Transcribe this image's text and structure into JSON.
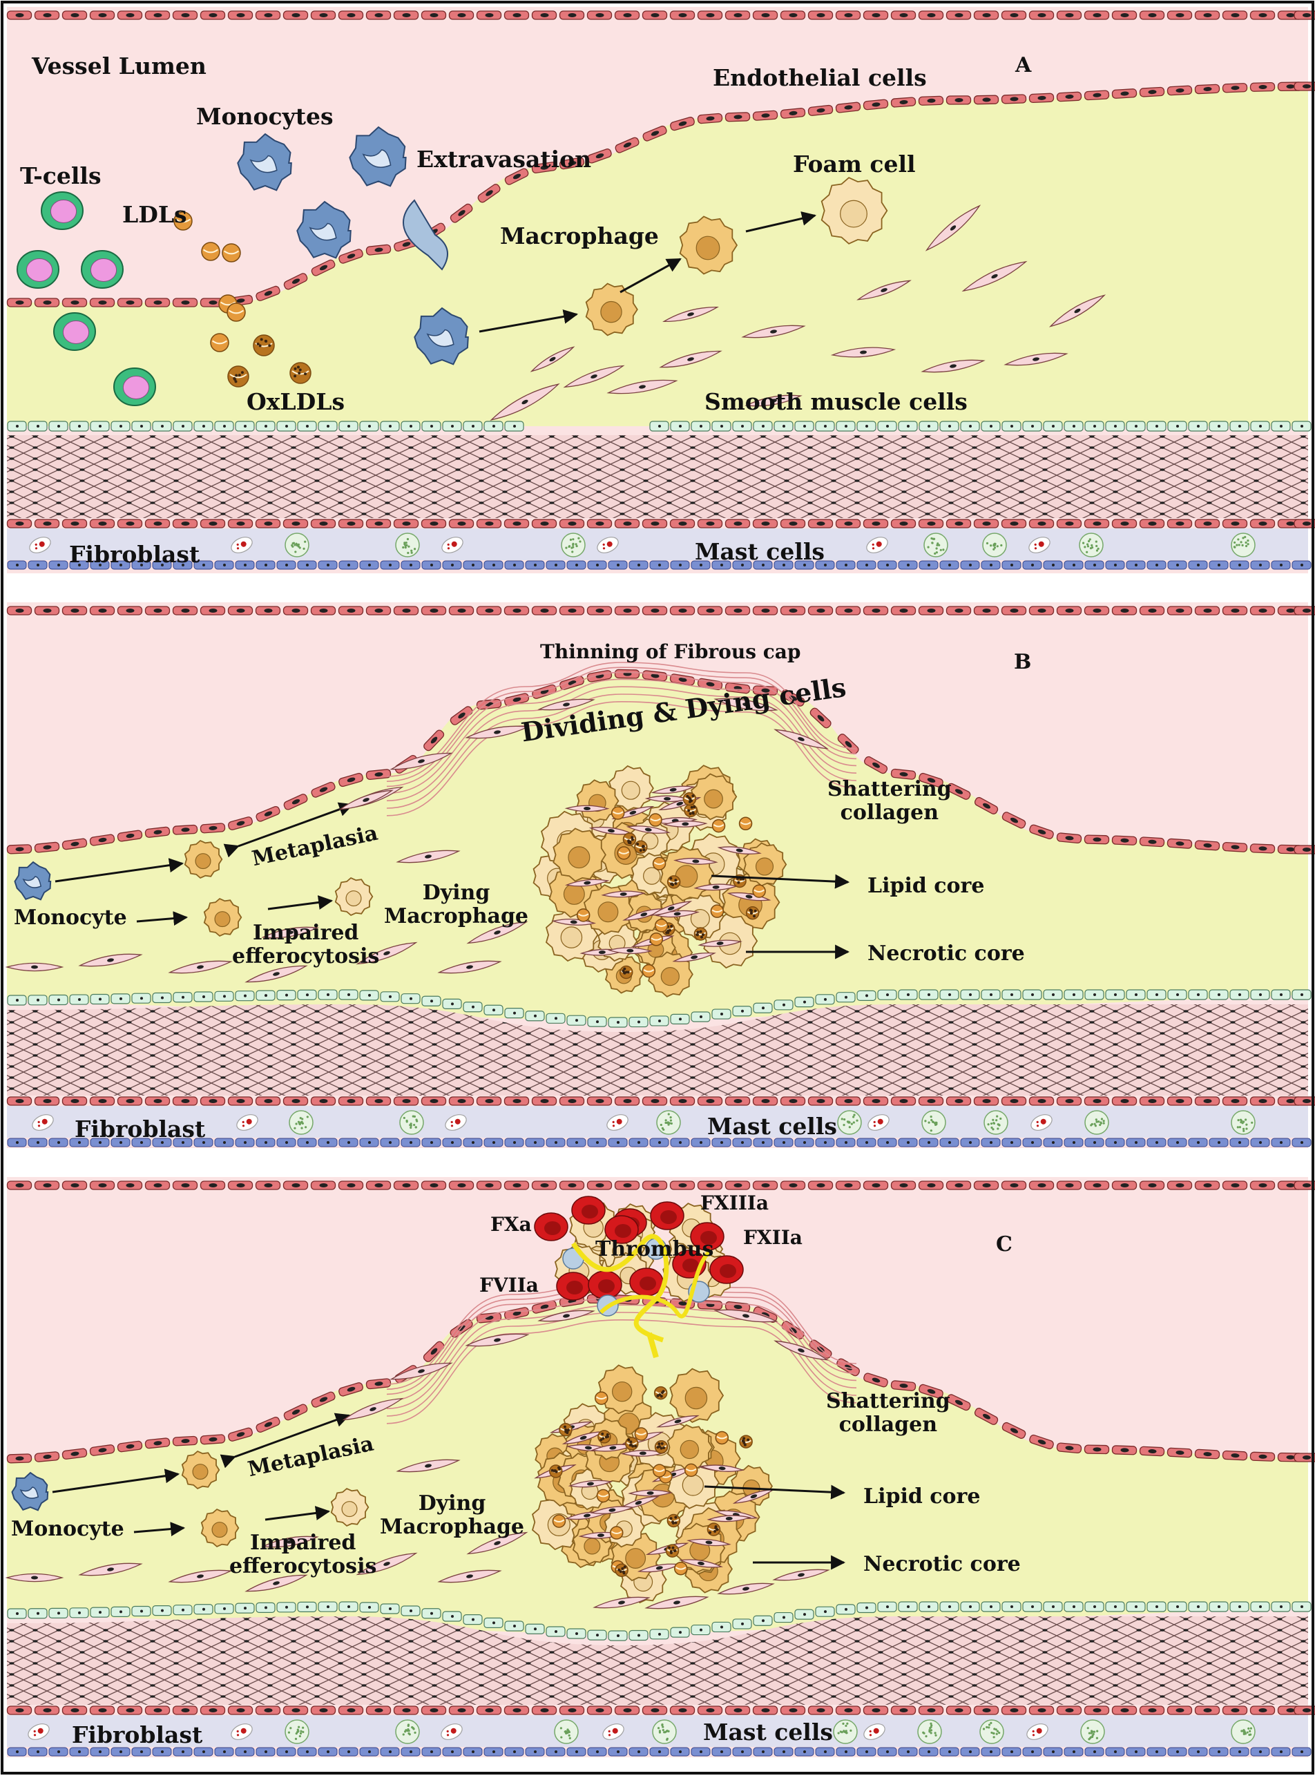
{
  "panels": [
    {
      "letter": "A",
      "labels": {
        "vessel_lumen": "Vessel Lumen",
        "endothelial": "Endothelial cells",
        "monocytes": "Monocytes",
        "extravasation": "Extravasation",
        "tcells": "T-cells",
        "ldls": "LDLs",
        "foam": "Foam cell",
        "macrophage": "Macrophage",
        "oxldls": "OxLDLs",
        "smc": "Smooth muscle cells",
        "fibroblast": "Fibroblast",
        "mast": "Mast cells"
      }
    },
    {
      "letter": "B",
      "labels": {
        "thinning": "Thinning of Fibrous cap",
        "dividing": "Dividing & Dying cells",
        "shattering": "Shattering\ncollagen",
        "metaplasia": "Metaplasia",
        "monocyte": "Monocyte",
        "dying": "Dying\nMacrophage",
        "impaired": "Impaired\nefferocytosis",
        "lipid": "Lipid core",
        "necrotic": "Necrotic core",
        "fibroblast": "Fibroblast",
        "mast": "Mast cells"
      }
    },
    {
      "letter": "C",
      "labels": {
        "fxa": "FXa",
        "fxiiia": "FXIIIa",
        "fxiia": "FXIIa",
        "thrombus": "Thrombus",
        "fviia": "FVIIa",
        "shattering": "Shattering\ncollagen",
        "metaplasia": "Metaplasia",
        "monocyte": "Monocyte",
        "dying": "Dying\nMacrophage",
        "impaired": "Impaired\nefferocytosis",
        "lipid": "Lipid core",
        "necrotic": "Necrotic core",
        "fibroblast": "Fibroblast",
        "mast": "Mast cells"
      }
    }
  ],
  "colors": {
    "lumen": "#fbe3e3",
    "intima": "#f1f4b8",
    "endothelium": "#e4777a",
    "media": "#f5d6d6",
    "elastic": "#daf3e3",
    "adventitia": "#dfe0ef",
    "outer_border": "#7a8fd1",
    "monocyte": "#6e93c3",
    "tcell": "#3cbd7e",
    "tcell_nucleus": "#ee99e0",
    "ldl": "#e59a3c",
    "macrophage": "#f2c879",
    "smc": "#f7d6da",
    "red_cell": "#d5191c",
    "fibrin": "#f3e21b",
    "core": "#eac37b"
  }
}
